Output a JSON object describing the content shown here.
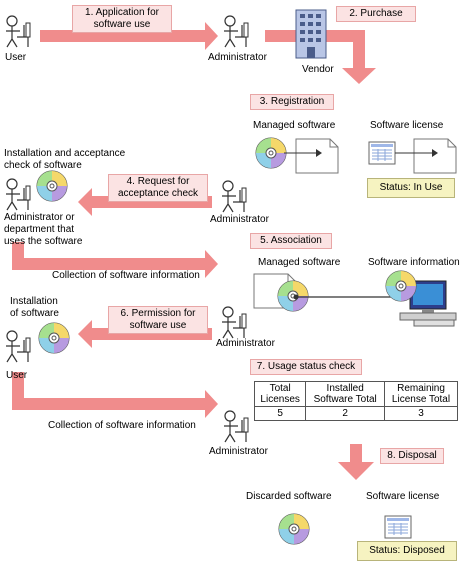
{
  "actors": {
    "user_top": "User",
    "administrator_top": "Administrator",
    "vendor": "Vendor",
    "admin_or_dept_line1": "Administrator or",
    "admin_or_dept_line2": "department that",
    "admin_or_dept_line3": "uses the software",
    "administrator_mid": "Administrator",
    "administrator_assoc": "Administrator",
    "user_bottom": "User",
    "administrator_bottom": "Administrator"
  },
  "steps": {
    "s1_line1": "1. Application for",
    "s1_line2": "software use",
    "s2": "2. Purchase",
    "s3": "3. Registration",
    "s4_line1": "4. Request for",
    "s4_line2": "acceptance check",
    "s5": "5. Association",
    "s6_line1": "6. Permission for",
    "s6_line2": "software use",
    "s7": "7. Usage status check",
    "s8": "8. Disposal"
  },
  "notes": {
    "install_accept_line1": "Installation and acceptance",
    "install_accept_line2": "check of software",
    "collection_1": "Collection of software information",
    "installation_line1": "Installation",
    "installation_line2": "of software",
    "collection_2": "Collection of software information"
  },
  "registration": {
    "managed_software": "Managed software",
    "software_license": "Software license",
    "status": "Status: In Use"
  },
  "association": {
    "managed_software": "Managed software",
    "software_information": "Software information"
  },
  "usage_table": {
    "headers": [
      [
        "Total",
        "Licenses"
      ],
      [
        "Installed",
        "Software Total"
      ],
      [
        "Remaining",
        "License Total"
      ]
    ],
    "values": [
      "5",
      "2",
      "3"
    ]
  },
  "disposal": {
    "discarded_software": "Discarded software",
    "software_license": "Software license",
    "status": "Status: Disposed"
  },
  "colors": {
    "arrow": "#f08c8c",
    "step_fill": "#fbe3e3",
    "status_fill": "#f6f3c1"
  }
}
